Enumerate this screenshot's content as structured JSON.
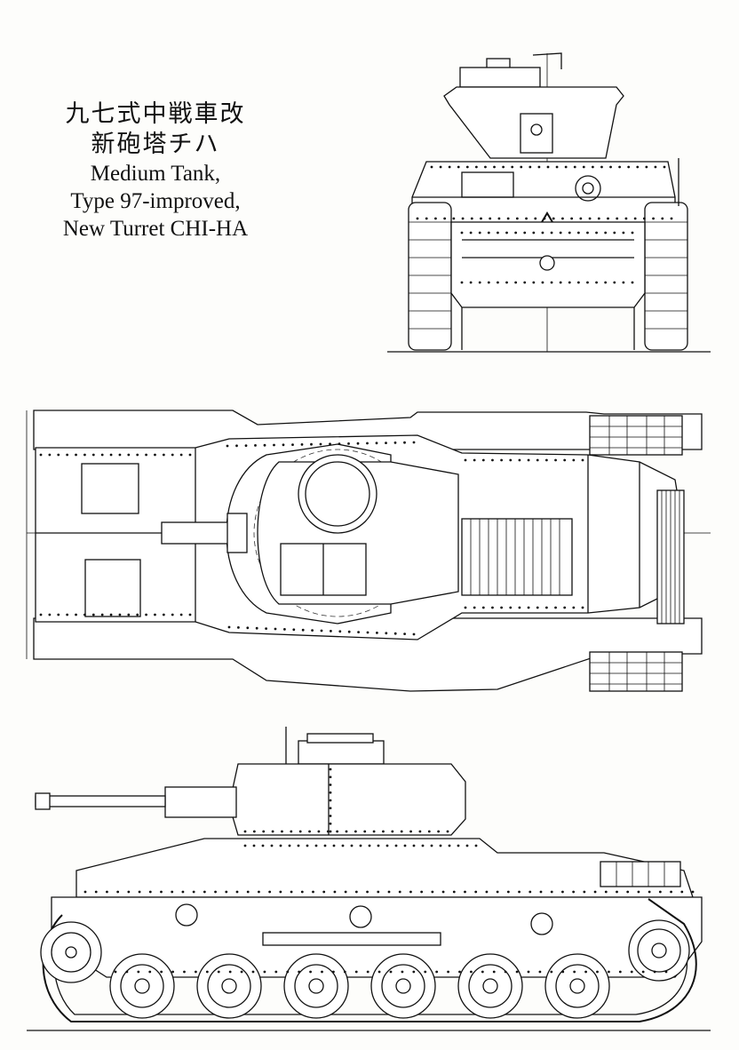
{
  "title": {
    "japanese_line1": "九七式中戦車改",
    "japanese_line2": "新砲塔チハ",
    "english_line1": "Medium Tank,",
    "english_line2": "Type 97-improved,",
    "english_line3": "New Turret CHI-HA"
  },
  "views": {
    "front": "front-view",
    "top": "top-view",
    "side": "side-view"
  },
  "colors": {
    "ink": "#111111",
    "paper": "#fdfdfb"
  }
}
